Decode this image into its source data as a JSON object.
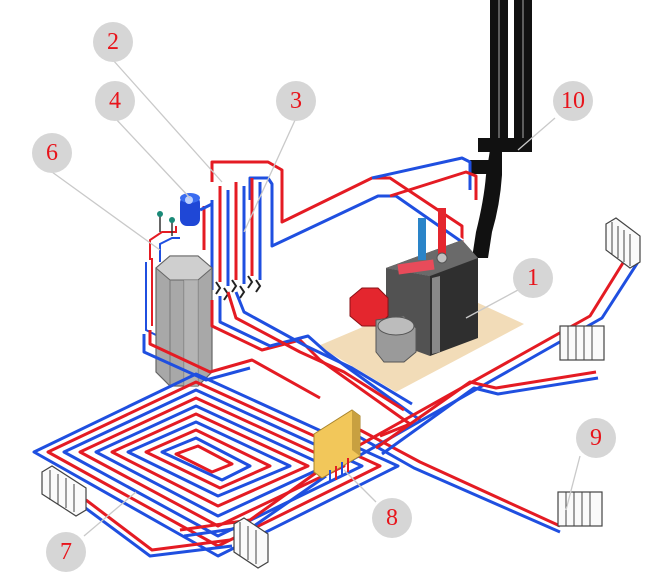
{
  "callouts": [
    {
      "id": "c1",
      "label": "1"
    },
    {
      "id": "c2",
      "label": "2"
    },
    {
      "id": "c3",
      "label": "3"
    },
    {
      "id": "c4",
      "label": "4"
    },
    {
      "id": "c6",
      "label": "6"
    },
    {
      "id": "c7",
      "label": "7"
    },
    {
      "id": "c8",
      "label": "8"
    },
    {
      "id": "c9",
      "label": "9"
    },
    {
      "id": "c10",
      "label": "10"
    }
  ],
  "colors": {
    "hot_pipe": "#e41b23",
    "cold_pipe": "#1f4fe0",
    "chimney": "#111111",
    "boiler": "#3c3c3c",
    "floor_plate": "#f2dcb8",
    "callout_badge": "#d6d6d6",
    "callout_text": "#e8141b",
    "collector_box": "#f2c75a"
  }
}
